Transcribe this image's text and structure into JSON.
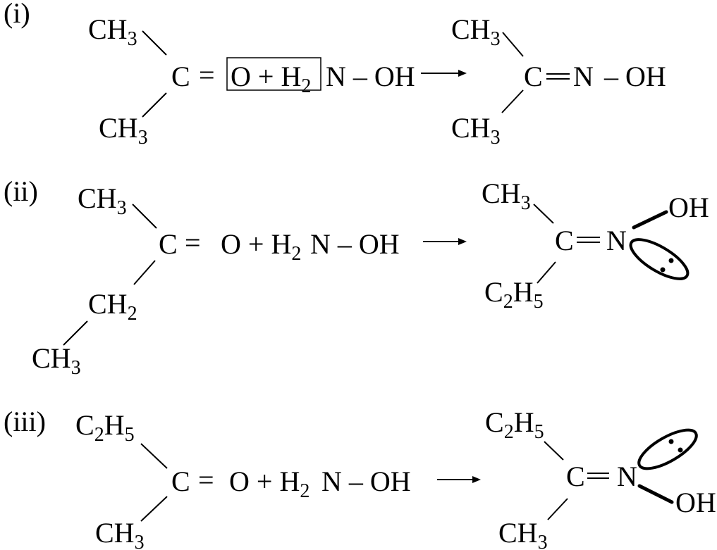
{
  "reactions": [
    {
      "label": "(i)",
      "reactant": {
        "top": [
          "CH",
          "3"
        ],
        "bottom": [
          "CH",
          "3"
        ],
        "carbon": "C",
        "double_bond": "=",
        "reagent_boxed": [
          "O + H",
          "2"
        ],
        "reagent_rest": "N – OH"
      },
      "product": {
        "top": [
          "CH",
          "3"
        ],
        "bottom": [
          "CH",
          "3"
        ],
        "carbon": "C",
        "nitrogen": "N",
        "rest": "– OH"
      }
    },
    {
      "label": "(ii)",
      "reactant": {
        "top": [
          "CH",
          "3"
        ],
        "middle": [
          "CH",
          "2"
        ],
        "bottom": [
          "CH",
          "3"
        ],
        "carbon": "C",
        "double_bond": "=",
        "reagent": [
          "O + H",
          "2"
        ],
        "reagent_rest": "N – OH"
      },
      "product": {
        "top": [
          "CH",
          "3"
        ],
        "bottom": [
          "C",
          "2",
          "H",
          "5"
        ],
        "carbon": "C",
        "nitrogen": "N",
        "oh": "OH"
      }
    },
    {
      "label": "(iii)",
      "reactant": {
        "top": [
          "C",
          "2",
          "H",
          "5"
        ],
        "bottom": [
          "CH",
          "3"
        ],
        "carbon": "C",
        "double_bond": "=",
        "reagent": [
          "O + H",
          "2"
        ],
        "reagent_rest": "N – OH"
      },
      "product": {
        "top": [
          "C",
          "2",
          "H",
          "5"
        ],
        "bottom": [
          "CH",
          "3"
        ],
        "carbon": "C",
        "nitrogen": "N",
        "oh": "OH"
      }
    }
  ]
}
